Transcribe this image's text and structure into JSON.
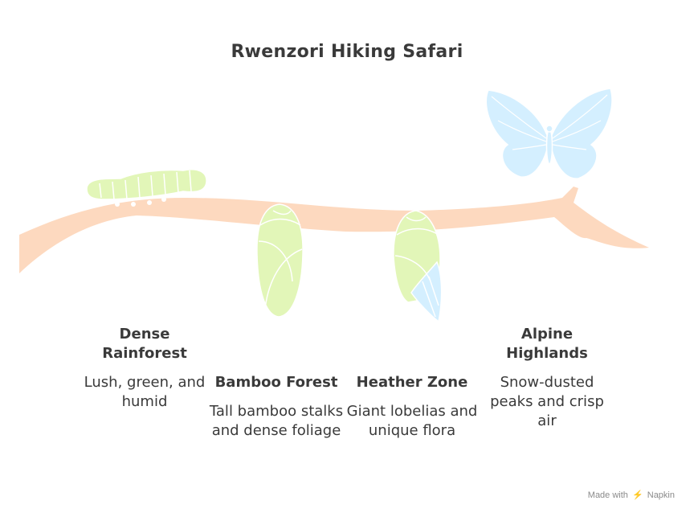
{
  "title": "Rwenzori Hiking Safari",
  "stages": [
    {
      "name": "Dense Rainforest",
      "description": "Lush, green, and humid",
      "illustration": "caterpillar"
    },
    {
      "name": "Bamboo Forest",
      "description": "Tall bamboo stalks and dense foliage",
      "illustration": "chrysalis"
    },
    {
      "name": "Heather Zone",
      "description": "Giant lobelias and unique flora",
      "illustration": "emerging-chrysalis"
    },
    {
      "name": "Alpine Highlands",
      "description": "Snow-dusted peaks and crisp air",
      "illustration": "butterfly"
    }
  ],
  "colors": {
    "branch": "#fdd9bf",
    "green": "#e2f6b8",
    "blue": "#d4efff",
    "outline": "#ffffff",
    "text": "#3a3a3a"
  },
  "watermark": {
    "prefix": "Made with",
    "brand": "Napkin"
  }
}
